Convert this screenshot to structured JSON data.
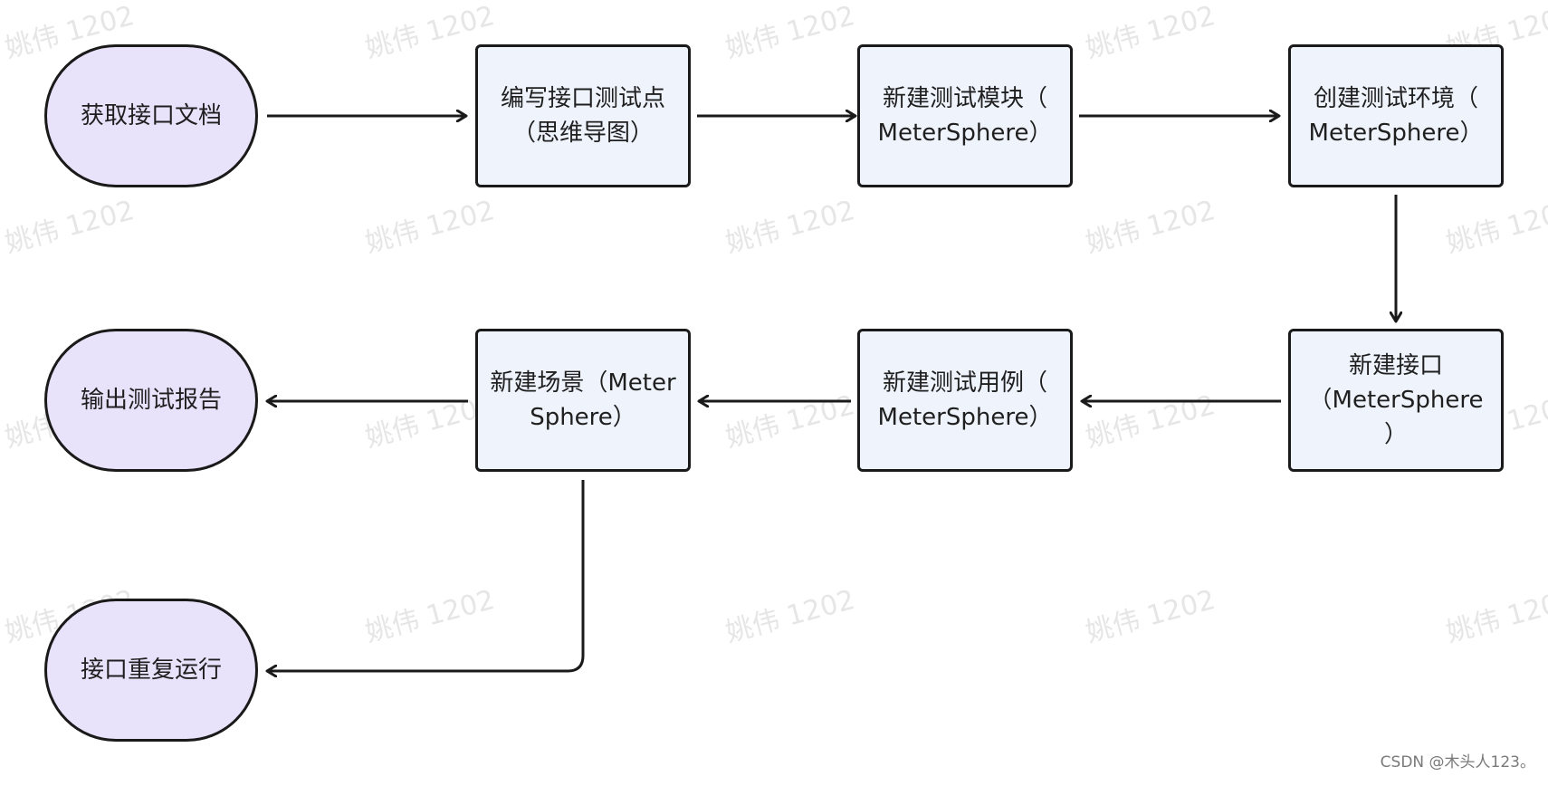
{
  "watermark": "姚伟 1202",
  "credit": "CSDN @木头人123。",
  "colors": {
    "terminal_fill": "#e9e2fb",
    "process_fill": "#eef3fc",
    "stroke": "#1a1a1a"
  },
  "nodes": {
    "get_doc": "获取接口文档",
    "write_points": "编写接口测试点\n（思维导图）",
    "new_module": "新建测试模块（\nMeterSphere）",
    "create_env": "创建测试环境（\nMeterSphere）",
    "new_interface": "新建接口\n（MeterSphere\n）",
    "new_case": "新建测试用例（\nMeterSphere）",
    "new_scene": "新建场景（Meter\nSphere）",
    "output_report": "输出测试报告",
    "repeat_run": "接口重复运行"
  }
}
